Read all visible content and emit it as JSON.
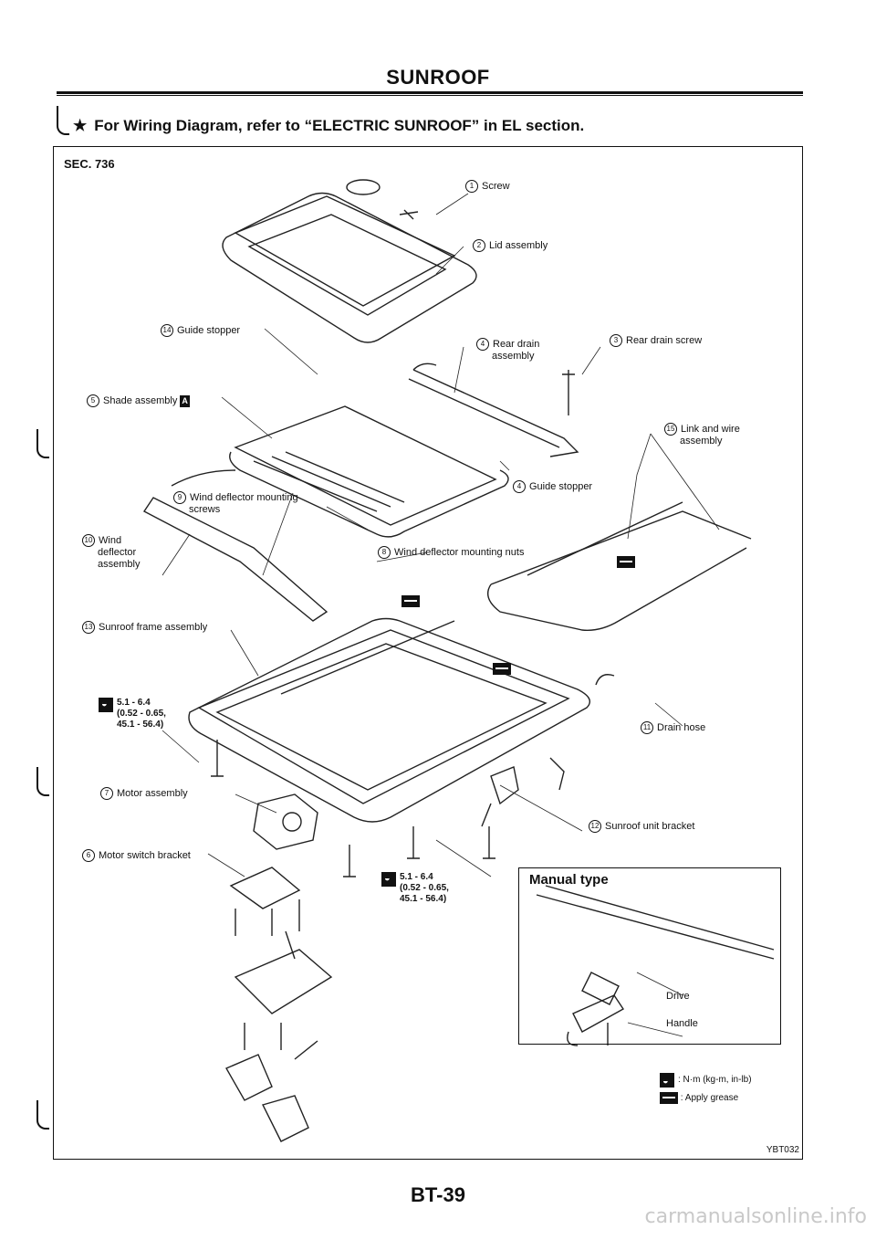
{
  "header": {
    "title": "SUNROOF",
    "note": "For Wiring Diagram, refer to “ELECTRIC SUNROOF” in EL section.",
    "note_icon": "star-icon"
  },
  "diagram": {
    "section": "SEC. 736",
    "labels": {
      "screw": "Screw",
      "lid": "Lid assembly",
      "guide_stopper_14": "Guide stopper",
      "rear_drain_line1": "Rear drain",
      "rear_drain_line2": "assembly",
      "rear_drain_screw": "Rear drain screw",
      "shade": "Shade assembly",
      "shade_tag": "A",
      "link_line1": "Link and wire",
      "link_line2": "assembly",
      "guide_stopper_4": "Guide stopper",
      "wind_screws_line1": "Wind deflector mounting",
      "wind_screws_line2": "screws",
      "wind_line1": "Wind",
      "wind_line2": "deflector",
      "wind_line3": "assembly",
      "wind_nuts": "Wind deflector mounting nuts",
      "frame": "Sunroof frame assembly",
      "drain_hose": "Drain hose",
      "motor": "Motor assembly",
      "unit_bracket": "Sunroof unit bracket",
      "motor_switch": "Motor switch bracket",
      "drive": "Drive",
      "handle": "Handle"
    },
    "numbers": {
      "n1": "1",
      "n2": "2",
      "n14": "14",
      "n4a": "4",
      "n3": "3",
      "n5": "5",
      "n15": "15",
      "n4b": "4",
      "n9": "9",
      "n10": "10",
      "n8": "8",
      "n13": "13",
      "n11": "11",
      "n7": "7",
      "n12": "12",
      "n6": "6"
    },
    "torque_left": {
      "line1": "5.1 - 6.4",
      "line2": "(0.52 - 0.65,",
      "line3": "45.1 - 56.4)"
    },
    "torque_center": {
      "line1": "5.1 - 6.4",
      "line2": "(0.52 - 0.65,",
      "line3": "45.1 - 56.4)"
    },
    "manual_type": "Manual type",
    "legend": {
      "torque_unit": ": N·m (kg-m, in-lb)",
      "grease": ": Apply grease"
    },
    "figure_code": "YBT032"
  },
  "footer": {
    "page": "BT-39",
    "site": "carmanualsonline.info"
  }
}
